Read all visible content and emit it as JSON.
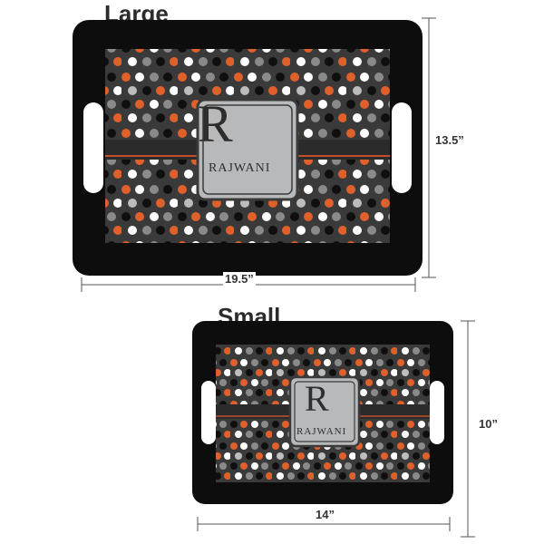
{
  "large": {
    "title": "Large",
    "monogram_letter": "R",
    "monogram_name": "RAJWANI",
    "width_label": "19.5”",
    "height_label": "13.5”"
  },
  "small": {
    "title": "Small",
    "monogram_letter": "R",
    "monogram_name": "RAJWANI",
    "width_label": "14”",
    "height_label": "10”"
  },
  "colors": {
    "tray_frame": "#0d0d0d",
    "pattern_bg": "#3a3a3a",
    "band": "#2b2b2b",
    "band_stripe": "#c2502a",
    "monogram_bg": "#b8b9bb",
    "dots": [
      "#e0602c",
      "#ffffff",
      "#8a8a8a",
      "#0f0f0f",
      "#bdbdbd"
    ]
  }
}
